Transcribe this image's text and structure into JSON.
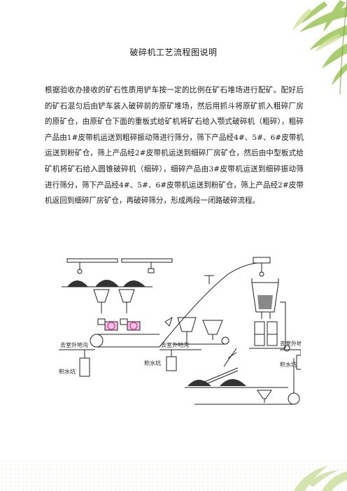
{
  "document": {
    "title": "破碎机工艺流程图说明",
    "paragraph": "根据验收办接收的矿石性质用铲车按一定的比例在矿石堆场进行配矿。配好后的矿石混匀后由铲车装入破碎前的原矿堆场，然后用抓斗将原矿抓入粗碎厂房的原矿仓，由原矿仓下面的重板式给矿机将矿石给入颚式破碎机（粗碎），粗碎产品由1#皮带机运送到粗碎振动筛进行筛分，筛下产品经4#、5#、6#皮带机运送到粉矿仓，筛上产品经2#皮带机运送到细碎厂房矿仓，然后由中型板式给矿机将矿石给入圆锥破碎机（细碎），细碎产品由3#皮带机运送到细碎振动筛进行筛分，筛下产品经4#、5#、6#皮带机运送到粉矿仓，筛上产品经2#皮带机返回到细碎厂房矿仓，再破碎筛分，形成两段一闭路破碎流程。"
  },
  "diagram": {
    "labels": {
      "drain_left": "去室外地沟",
      "sump_left": "积水坑",
      "drain_middle": "去室外地沟",
      "sump_middle": "积水坑",
      "drain_right": "去室外地沟",
      "sump_right": "积水坑"
    }
  },
  "colors": {
    "text": "#1a1a1a",
    "leaf_green": "#7fae3a",
    "leaf_light": "#b9d67a",
    "crusher_pink": "#d84ea8"
  }
}
